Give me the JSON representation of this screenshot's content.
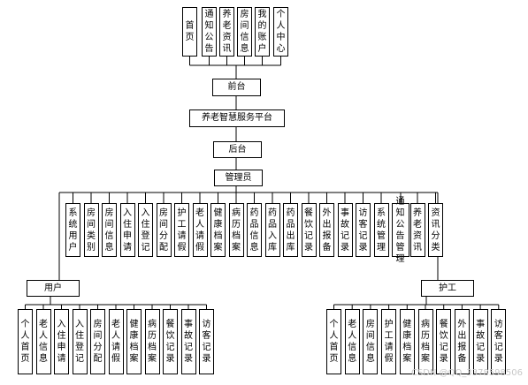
{
  "front": {
    "label": "前台",
    "children": [
      "首页",
      "通知公告",
      "养老资讯",
      "房间信息",
      "我的账户",
      "个人中心"
    ]
  },
  "platform": {
    "label": "养老智慧服务平台"
  },
  "back": {
    "label": "后台"
  },
  "admin": {
    "label": "管理员",
    "children": [
      "系统用户",
      "房间类别",
      "房间信息",
      "入住申请",
      "入住登记",
      "房间分配",
      "护工请假",
      "老人请假",
      "健康档案",
      "病历档案",
      "药品信息",
      "药品入库",
      "药品出库",
      "餐饮记录",
      "外出报备",
      "事故记录",
      "访客记录",
      "系统管理",
      "通知公告管理",
      "养老资讯",
      "资讯分类"
    ]
  },
  "user": {
    "label": "用户",
    "children": [
      "个人首页",
      "老人信息",
      "入住申请",
      "入住登记",
      "房间分配",
      "老人请假",
      "健康档案",
      "病历档案",
      "餐饮记录",
      "事故记录",
      "访客记录"
    ]
  },
  "nurse": {
    "label": "护工",
    "children": [
      "个人首页",
      "老人信息",
      "房间信息",
      "护工请假",
      "健康档案",
      "病历档案",
      "餐饮记录",
      "外出报备",
      "事故记录",
      "访客记录"
    ]
  },
  "watermark": "CSDN @QQ_3378598506"
}
